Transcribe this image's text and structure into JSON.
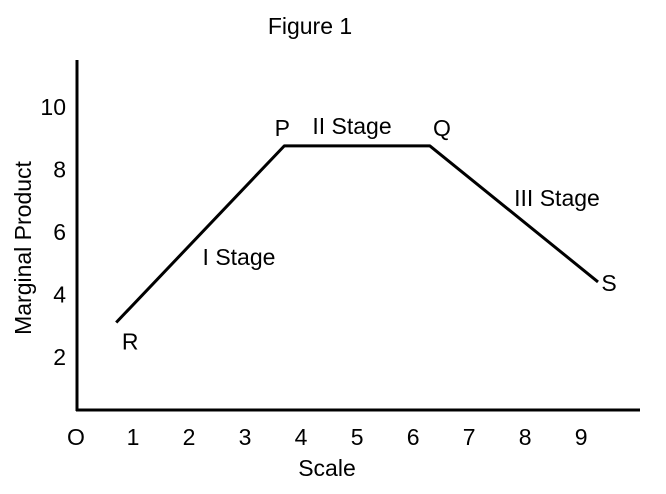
{
  "chart_data": {
    "type": "line",
    "title": "Figure 1",
    "xlabel": "Scale",
    "ylabel": "Marginal Product",
    "origin_label": "O",
    "xlim": [
      0,
      10.05
    ],
    "ylim": [
      0.3,
      11.5
    ],
    "x_ticks": [
      1,
      2,
      3,
      4,
      5,
      6,
      7,
      8,
      9
    ],
    "y_ticks": [
      2,
      4,
      6,
      8,
      10
    ],
    "grid": false,
    "series": [
      {
        "points": [
          {
            "x": 0.7,
            "y": 3.1,
            "label": "R"
          },
          {
            "x": 3.7,
            "y": 8.75,
            "label": "P"
          },
          {
            "x": 6.3,
            "y": 8.75,
            "label": "Q"
          },
          {
            "x": 9.3,
            "y": 4.4,
            "label": "S"
          }
        ]
      }
    ],
    "annotations": [
      {
        "text": "I Stage"
      },
      {
        "text": "II Stage"
      },
      {
        "text": "III Stage"
      }
    ]
  }
}
